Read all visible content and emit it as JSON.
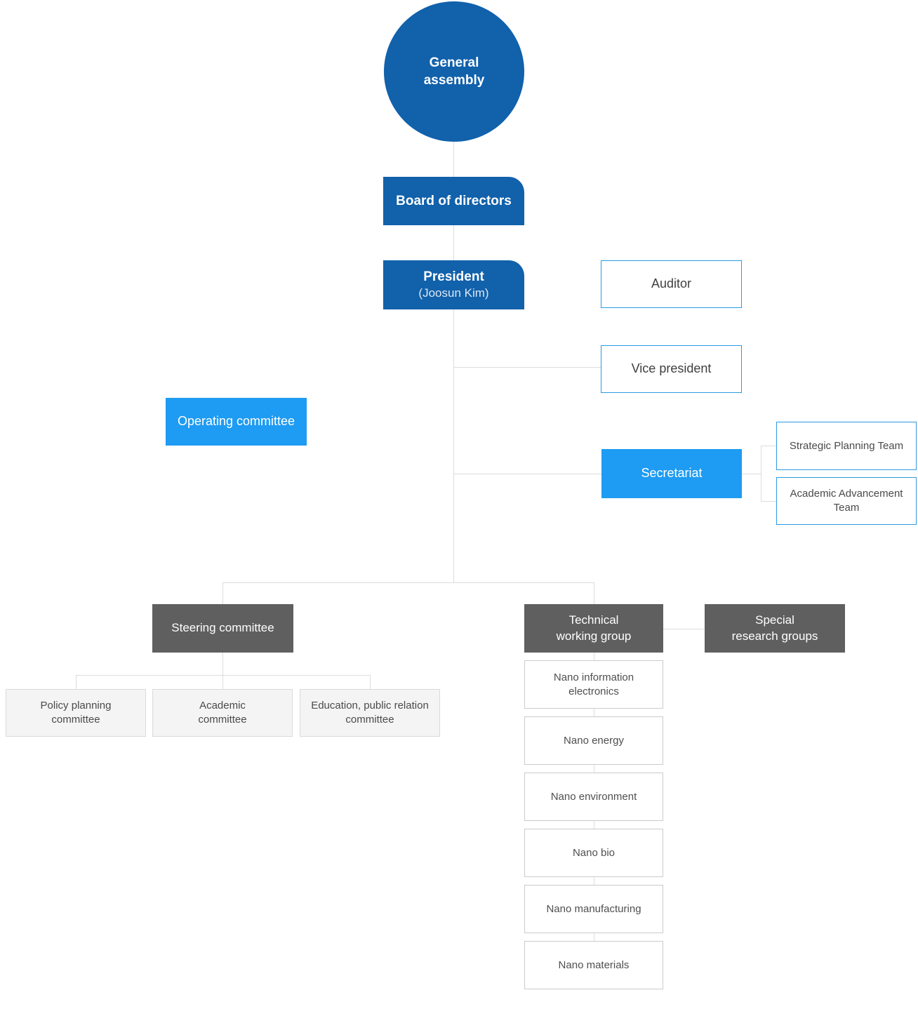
{
  "colors": {
    "navy": "#1161ab",
    "bright_blue": "#1e9bf2",
    "outline_border_blue": "#2b9ae3",
    "dark_gray": "#5f5f5f",
    "light_gray_fill": "#f4f4f4",
    "light_gray_border": "#dadada",
    "nano_border": "#cbcbcb",
    "connector_gray": "#dcdcdc"
  },
  "nodes": {
    "general_assembly": {
      "lines": [
        "General",
        "assembly"
      ]
    },
    "board_of_directors": {
      "label": "Board of directors"
    },
    "president": {
      "lines": [
        "President",
        "(Joosun Kim)"
      ]
    },
    "auditor": {
      "label": "Auditor"
    },
    "vice_president": {
      "label": "Vice president"
    },
    "operating_committee": {
      "label": "Operating committee"
    },
    "secretariat": {
      "label": "Secretariat"
    },
    "strategic_planning_team": {
      "label": "Strategic Planning Team"
    },
    "academic_advancement_team": {
      "lines": [
        "Academic Advancement",
        "Team"
      ]
    },
    "steering_committee": {
      "label": "Steering committee"
    },
    "technical_working_group": {
      "lines": [
        "Technical",
        "working group"
      ]
    },
    "special_research_groups": {
      "lines": [
        "Special",
        "research groups"
      ]
    },
    "policy_planning_committee": {
      "lines": [
        "Policy planning",
        "committee"
      ]
    },
    "academic_committee": {
      "lines": [
        "Academic",
        "committee"
      ]
    },
    "education_pr_committee": {
      "lines": [
        "Education, public relation",
        "committee"
      ]
    },
    "nano_groups": [
      [
        "Nano information",
        "electronics"
      ],
      [
        "Nano energy"
      ],
      [
        "Nano environment"
      ],
      [
        "Nano bio"
      ],
      [
        "Nano manufacturing"
      ],
      [
        "Nano materials"
      ]
    ]
  }
}
